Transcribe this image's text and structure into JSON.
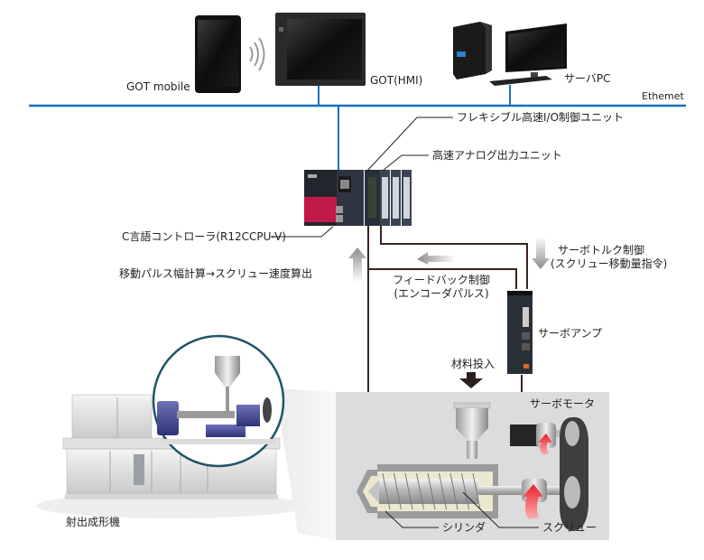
{
  "diagram": {
    "network": {
      "label": "Ethemet",
      "line_color": "#1a6fc0"
    },
    "devices": {
      "got_mobile": "GOT mobile",
      "got_hmi": "GOT(HMI)",
      "server_pc": "サーバPC"
    },
    "plc": {
      "flexible_io_unit": "フレキシブル高速I/O制御ユニット",
      "analog_output_unit": "高速アナログ出力ユニット",
      "c_controller": "C言語コントローラ(R12CCPU-V)"
    },
    "signals": {
      "pulse_calc": "移動パルス幅計算→スクリュー速度算出",
      "feedback_line1": "フィードバック制御",
      "feedback_line2": "(エンコーダパルス)",
      "torque_line1": "サーボトルク制御",
      "torque_line2": "(スクリュー移動量指令)"
    },
    "servo": {
      "amp": "サーボアンプ",
      "motor": "サーボモータ"
    },
    "machine": {
      "material_input": "材料投入",
      "cylinder": "シリンダ",
      "screw": "スクリュー",
      "injection_molding_machine": "射出成形機"
    },
    "colors": {
      "wire": "#3a2320",
      "panel_bg": "#dcdcdc",
      "plc_red": "#c2184a",
      "rotation_arrow": "#e8202a",
      "zoom_circle": "#1f5566"
    }
  }
}
